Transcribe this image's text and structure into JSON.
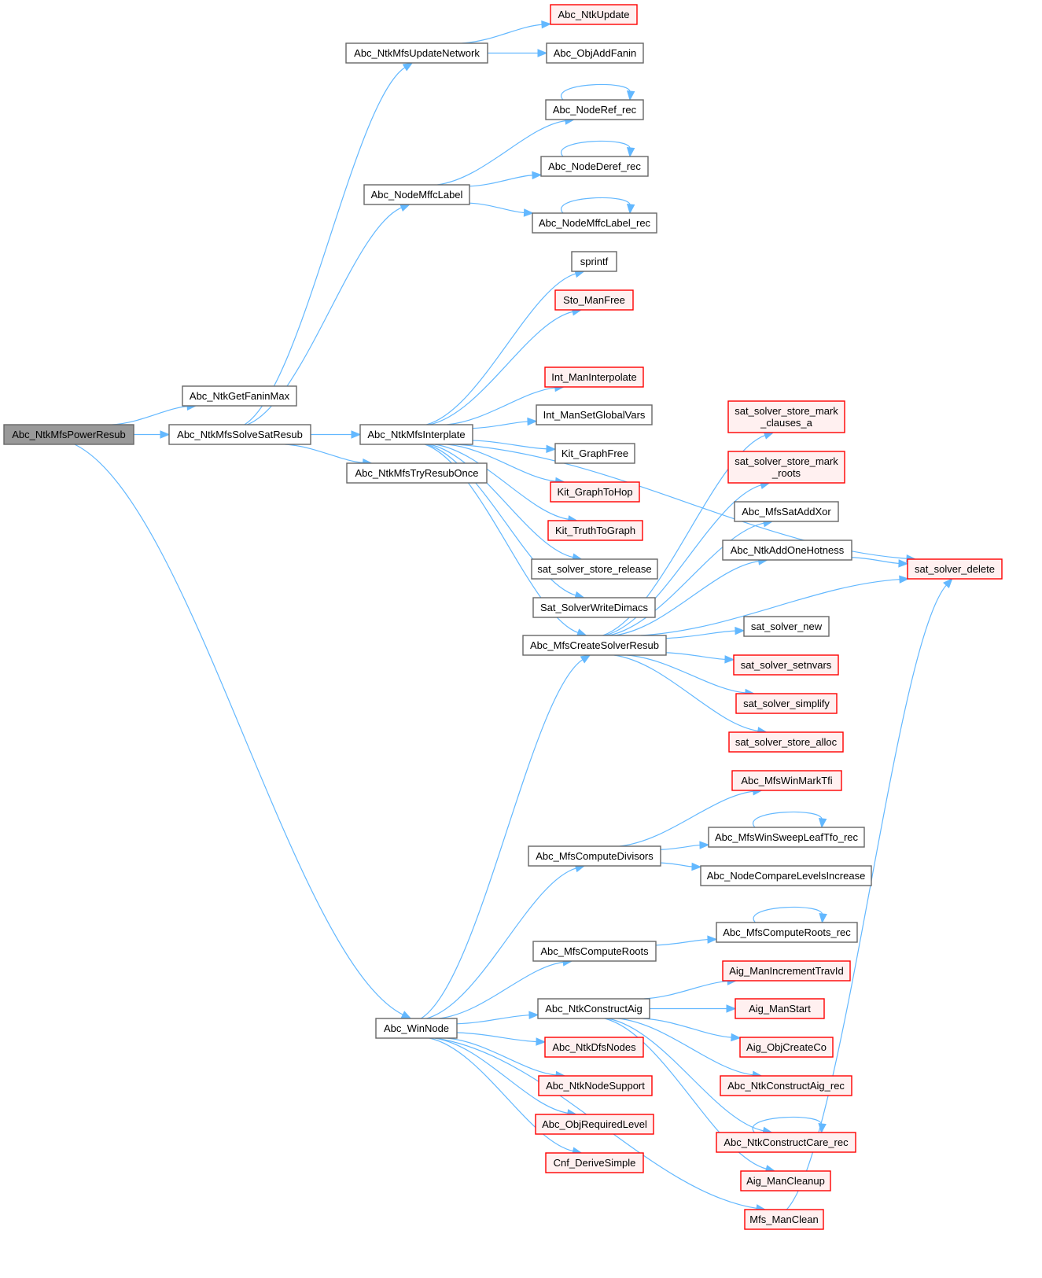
{
  "graph": {
    "type": "call-graph",
    "root": "Abc_NtkMfsPowerResub",
    "colors": {
      "edge": "#63b8ff",
      "root_fill": "#999999",
      "normal_border": "#666666",
      "external_border": "#ff0000",
      "external_fill": "#fff0f0"
    },
    "nodes": [
      {
        "id": "n0",
        "label": "Abc_NtkMfsPowerResub",
        "kind": "root"
      },
      {
        "id": "n1",
        "label": "Abc_NtkGetFaninMax",
        "kind": "normal"
      },
      {
        "id": "n2",
        "label": "Abc_NtkMfsSolveSatResub",
        "kind": "normal"
      },
      {
        "id": "n3",
        "label": "Abc_WinNode",
        "kind": "normal"
      },
      {
        "id": "n4",
        "label": "Abc_NtkMfsUpdateNetwork",
        "kind": "normal"
      },
      {
        "id": "n5",
        "label": "Abc_NodeMffcLabel",
        "kind": "normal"
      },
      {
        "id": "n6",
        "label": "Abc_NtkMfsInterplate",
        "kind": "normal"
      },
      {
        "id": "n7",
        "label": "Abc_NtkMfsTryResubOnce",
        "kind": "normal"
      },
      {
        "id": "n8",
        "label": "Abc_NtkUpdate",
        "kind": "external"
      },
      {
        "id": "n9",
        "label": "Abc_ObjAddFanin",
        "kind": "normal"
      },
      {
        "id": "n10",
        "label": "Abc_NodeRef_rec",
        "kind": "normal"
      },
      {
        "id": "n11",
        "label": "Abc_NodeDeref_rec",
        "kind": "normal"
      },
      {
        "id": "n12",
        "label": "Abc_NodeMffcLabel_rec",
        "kind": "normal"
      },
      {
        "id": "n13",
        "label": "sprintf",
        "kind": "normal"
      },
      {
        "id": "n14",
        "label": "Sto_ManFree",
        "kind": "external"
      },
      {
        "id": "n15",
        "label": "Int_ManInterpolate",
        "kind": "external"
      },
      {
        "id": "n16",
        "label": "Int_ManSetGlobalVars",
        "kind": "normal"
      },
      {
        "id": "n17",
        "label": "Kit_GraphFree",
        "kind": "normal"
      },
      {
        "id": "n18",
        "label": "Kit_GraphToHop",
        "kind": "external"
      },
      {
        "id": "n19",
        "label": "Kit_TruthToGraph",
        "kind": "external"
      },
      {
        "id": "n20",
        "label": "sat_solver_store_release",
        "kind": "normal"
      },
      {
        "id": "n21",
        "label": "Sat_SolverWriteDimacs",
        "kind": "normal"
      },
      {
        "id": "n22",
        "label": "Abc_MfsCreateSolverResub",
        "kind": "normal"
      },
      {
        "id": "n23",
        "label": "sat_solver_store_mark\n_clauses_a",
        "kind": "external"
      },
      {
        "id": "n24",
        "label": "sat_solver_store_mark\n_roots",
        "kind": "external"
      },
      {
        "id": "n25",
        "label": "Abc_MfsSatAddXor",
        "kind": "normal"
      },
      {
        "id": "n26",
        "label": "Abc_NtkAddOneHotness",
        "kind": "normal"
      },
      {
        "id": "n27",
        "label": "sat_solver_delete",
        "kind": "external"
      },
      {
        "id": "n28",
        "label": "sat_solver_new",
        "kind": "normal"
      },
      {
        "id": "n29",
        "label": "sat_solver_setnvars",
        "kind": "external"
      },
      {
        "id": "n30",
        "label": "sat_solver_simplify",
        "kind": "external"
      },
      {
        "id": "n31",
        "label": "sat_solver_store_alloc",
        "kind": "external"
      },
      {
        "id": "n32",
        "label": "Abc_MfsComputeDivisors",
        "kind": "normal"
      },
      {
        "id": "n33",
        "label": "Abc_MfsWinMarkTfi",
        "kind": "external"
      },
      {
        "id": "n34",
        "label": "Abc_MfsWinSweepLeafTfo_rec",
        "kind": "normal"
      },
      {
        "id": "n35",
        "label": "Abc_NodeCompareLevelsIncrease",
        "kind": "normal"
      },
      {
        "id": "n36",
        "label": "Abc_MfsComputeRoots",
        "kind": "normal"
      },
      {
        "id": "n37",
        "label": "Abc_MfsComputeRoots_rec",
        "kind": "normal"
      },
      {
        "id": "n38",
        "label": "Abc_NtkConstructAig",
        "kind": "normal"
      },
      {
        "id": "n39",
        "label": "Aig_ManIncrementTravId",
        "kind": "external"
      },
      {
        "id": "n40",
        "label": "Aig_ManStart",
        "kind": "external"
      },
      {
        "id": "n41",
        "label": "Aig_ObjCreateCo",
        "kind": "external"
      },
      {
        "id": "n42",
        "label": "Abc_NtkConstructAig_rec",
        "kind": "external"
      },
      {
        "id": "n43",
        "label": "Abc_NtkConstructCare_rec",
        "kind": "external"
      },
      {
        "id": "n44",
        "label": "Aig_ManCleanup",
        "kind": "external"
      },
      {
        "id": "n45",
        "label": "Abc_NtkDfsNodes",
        "kind": "external"
      },
      {
        "id": "n46",
        "label": "Abc_NtkNodeSupport",
        "kind": "external"
      },
      {
        "id": "n47",
        "label": "Abc_ObjRequiredLevel",
        "kind": "external"
      },
      {
        "id": "n48",
        "label": "Cnf_DeriveSimple",
        "kind": "external"
      },
      {
        "id": "n49",
        "label": "Mfs_ManClean",
        "kind": "external"
      }
    ],
    "edges": [
      [
        "n0",
        "n1"
      ],
      [
        "n0",
        "n2"
      ],
      [
        "n0",
        "n3"
      ],
      [
        "n2",
        "n4"
      ],
      [
        "n2",
        "n5"
      ],
      [
        "n2",
        "n6"
      ],
      [
        "n2",
        "n7"
      ],
      [
        "n4",
        "n8"
      ],
      [
        "n4",
        "n9"
      ],
      [
        "n5",
        "n10"
      ],
      [
        "n5",
        "n11"
      ],
      [
        "n5",
        "n12"
      ],
      [
        "n10",
        "n10"
      ],
      [
        "n11",
        "n11"
      ],
      [
        "n12",
        "n12"
      ],
      [
        "n6",
        "n13"
      ],
      [
        "n6",
        "n14"
      ],
      [
        "n6",
        "n27"
      ],
      [
        "n6",
        "n15"
      ],
      [
        "n6",
        "n16"
      ],
      [
        "n6",
        "n17"
      ],
      [
        "n6",
        "n18"
      ],
      [
        "n6",
        "n19"
      ],
      [
        "n6",
        "n20"
      ],
      [
        "n6",
        "n21"
      ],
      [
        "n6",
        "n22"
      ],
      [
        "n22",
        "n23"
      ],
      [
        "n22",
        "n24"
      ],
      [
        "n22",
        "n25"
      ],
      [
        "n22",
        "n26"
      ],
      [
        "n22",
        "n27"
      ],
      [
        "n22",
        "n28"
      ],
      [
        "n22",
        "n29"
      ],
      [
        "n22",
        "n30"
      ],
      [
        "n22",
        "n31"
      ],
      [
        "n26",
        "n27"
      ],
      [
        "n3",
        "n22"
      ],
      [
        "n3",
        "n32"
      ],
      [
        "n3",
        "n36"
      ],
      [
        "n3",
        "n38"
      ],
      [
        "n3",
        "n45"
      ],
      [
        "n3",
        "n46"
      ],
      [
        "n3",
        "n47"
      ],
      [
        "n3",
        "n48"
      ],
      [
        "n3",
        "n49"
      ],
      [
        "n32",
        "n33"
      ],
      [
        "n32",
        "n34"
      ],
      [
        "n32",
        "n35"
      ],
      [
        "n34",
        "n34"
      ],
      [
        "n36",
        "n37"
      ],
      [
        "n37",
        "n37"
      ],
      [
        "n38",
        "n39"
      ],
      [
        "n38",
        "n40"
      ],
      [
        "n38",
        "n41"
      ],
      [
        "n38",
        "n42"
      ],
      [
        "n38",
        "n43"
      ],
      [
        "n38",
        "n44"
      ],
      [
        "n43",
        "n43"
      ],
      [
        "n49",
        "n27"
      ]
    ]
  }
}
